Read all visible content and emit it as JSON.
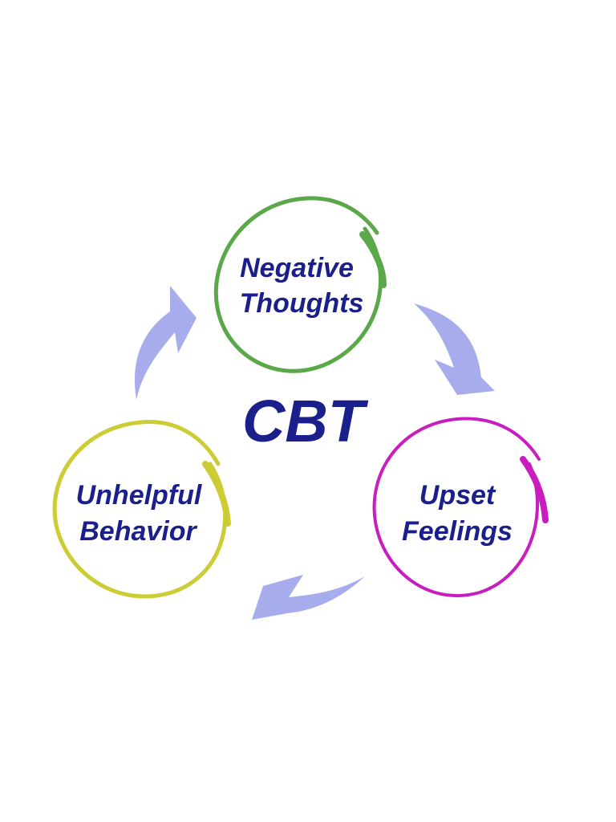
{
  "center": {
    "label": "CBT"
  },
  "nodes": [
    {
      "id": "negative-thoughts",
      "lines": [
        "Negative",
        "Thoughts"
      ]
    },
    {
      "id": "upset-feelings",
      "lines": [
        "Upset",
        "Feelings"
      ]
    },
    {
      "id": "unhelpful-behavior",
      "lines": [
        "Unhelpful",
        "Behavior"
      ]
    }
  ],
  "colors": {
    "text": "#1a1f8c",
    "negative_thoughts_ring": "#5aa84a",
    "upset_feelings_ring": "#c81ec0",
    "unhelpful_behavior_ring": "#cccc35",
    "arrow": "#a7acec"
  },
  "arrows": {
    "direction": "clockwise",
    "count": 3
  }
}
